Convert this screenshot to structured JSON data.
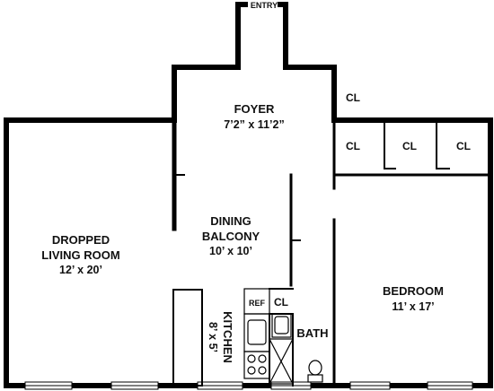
{
  "plan": {
    "entry": "ENTRY",
    "rooms": {
      "foyer": {
        "name": "FOYER",
        "size": "7’2” x 11’2”"
      },
      "living": {
        "name_line1": "DROPPED",
        "name_line2": "LIVING ROOM",
        "size": "12’ x 20’"
      },
      "dining": {
        "name_line1": "DINING",
        "name_line2": "BALCONY",
        "size": "10’ x 10’"
      },
      "kitchen": {
        "name": "KITCHEN",
        "size": "8’ x 5’"
      },
      "bath": {
        "name": "BATH"
      },
      "bedroom": {
        "name": "BEDROOM",
        "size": "11’ x 17’"
      }
    },
    "closets": {
      "foyer_upper": "CL",
      "foyer_lower": "CL",
      "bedroom_left": "CL",
      "bedroom_right": "CL",
      "kitchen": "CL"
    },
    "fixtures": {
      "ref": "REF"
    }
  }
}
